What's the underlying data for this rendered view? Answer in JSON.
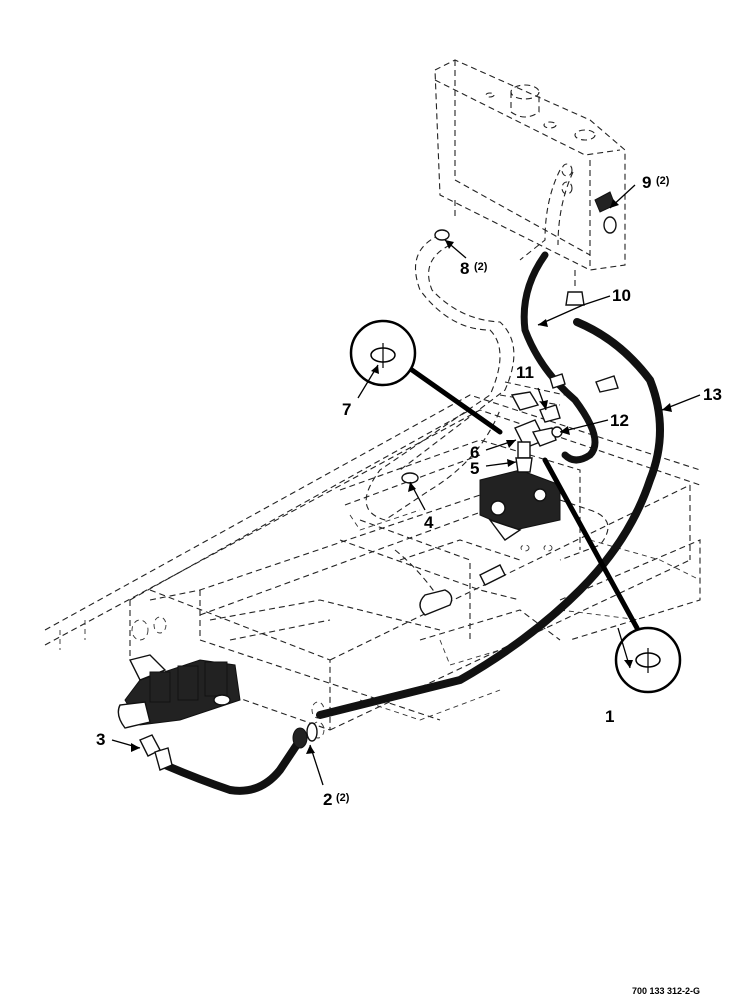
{
  "callouts": [
    {
      "id": "1",
      "number": "1",
      "qty": ""
    },
    {
      "id": "2",
      "number": "2",
      "qty": "(2)"
    },
    {
      "id": "3",
      "number": "3",
      "qty": ""
    },
    {
      "id": "4",
      "number": "4",
      "qty": ""
    },
    {
      "id": "5",
      "number": "5",
      "qty": ""
    },
    {
      "id": "6",
      "number": "6",
      "qty": ""
    },
    {
      "id": "7",
      "number": "7",
      "qty": ""
    },
    {
      "id": "8",
      "number": "8",
      "qty": "(2)"
    },
    {
      "id": "9",
      "number": "9",
      "qty": "(2)"
    },
    {
      "id": "10",
      "number": "10",
      "qty": ""
    },
    {
      "id": "11",
      "number": "11",
      "qty": ""
    },
    {
      "id": "12",
      "number": "12",
      "qty": ""
    },
    {
      "id": "13",
      "number": "13",
      "qty": ""
    }
  ],
  "figure_code": "700 133 312-2-G"
}
